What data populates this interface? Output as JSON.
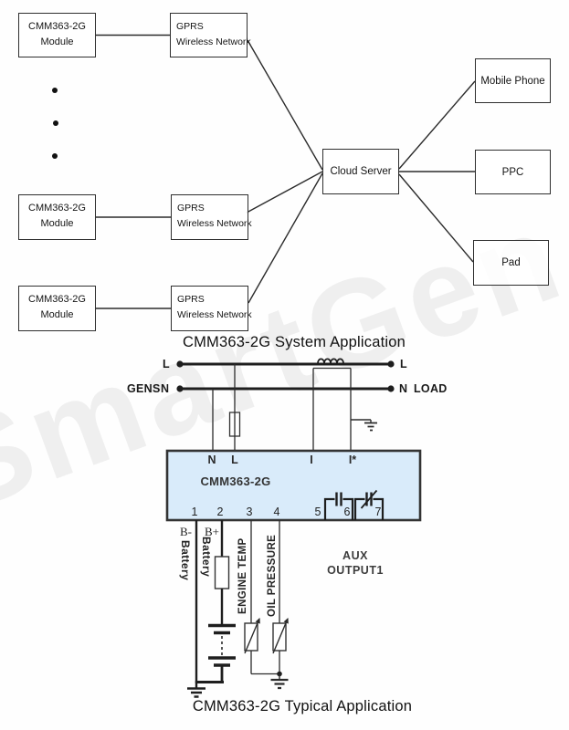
{
  "watermark": "SmartGen",
  "system": {
    "caption": "CMM363-2G System Application",
    "modules": [
      {
        "line1": "CMM363-2G",
        "line2": "Module"
      },
      {
        "line1": "CMM363-2G",
        "line2": "Module"
      },
      {
        "line1": "CMM363-2G",
        "line2": "Module"
      }
    ],
    "networks": [
      {
        "line1": "GPRS",
        "line2": "Wireless Network"
      },
      {
        "line1": "GPRS",
        "line2": "Wireless Network"
      },
      {
        "line1": "GPRS",
        "line2": "Wireless Network"
      }
    ],
    "server": "Cloud Server",
    "clients": [
      "Mobile Phone",
      "PPC",
      "Pad"
    ]
  },
  "circuit": {
    "caption": "CMM363-2G Typical Application",
    "source_label": "GENS",
    "load_label": "LOAD",
    "line_l": "L",
    "line_n": "N",
    "device_name": "CMM363-2G",
    "device_fill": "#d9ebfa",
    "top_terminals": [
      "N",
      "L",
      "I",
      "I*"
    ],
    "bottom_terminals": [
      "1",
      "2",
      "3",
      "4",
      "5",
      "6",
      "7"
    ],
    "battery_minus": "B-",
    "battery_plus": "B+",
    "battery_label": "Battery",
    "engine_temp_label": "ENGINE TEMP",
    "oil_pressure_label": "OIL PRESSURE",
    "aux_line1": "AUX",
    "aux_line2": "OUTPUT1"
  }
}
